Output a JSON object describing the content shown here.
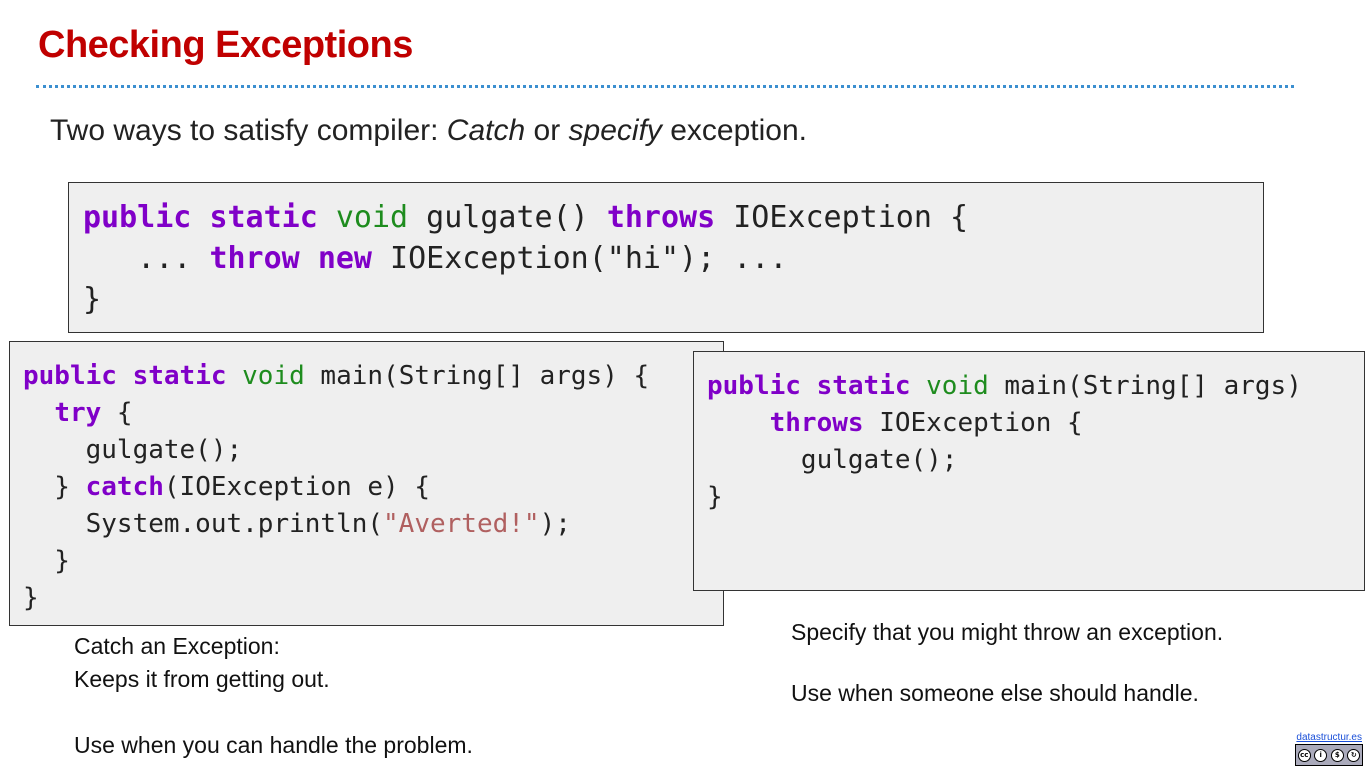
{
  "slide": {
    "title": "Checking Exceptions",
    "subtitle": {
      "before": "Two ways to satisfy compiler: ",
      "catch_word": "Catch",
      "middle": " or ",
      "specify_word": "specify",
      "after": " exception."
    }
  },
  "gulgate_code": {
    "l1_kw1": "public",
    "l1_kw2": "static",
    "l1_type": "void",
    "l1_name": " gulgate() ",
    "l1_kw3": "throws",
    "l1_rest": " IOException {",
    "l2_indent": "   ... ",
    "l2_kw1": "throw",
    "l2_kw2": "new",
    "l2_rest": " IOException(\"hi\"); ...",
    "l3": "}"
  },
  "catch_code": {
    "l1_kw1": "public",
    "l1_kw2": "static",
    "l1_type": "void",
    "l1_rest": " main(String[] args) {",
    "l2_indent": "  ",
    "l2_kw": "try",
    "l2_rest": " {",
    "l3": "    gulgate();",
    "l4_pre": "  } ",
    "l4_kw": "catch",
    "l4_rest": "(IOException e) {",
    "l5_pre": "    System.out.println(",
    "l5_str": "\"Averted!\"",
    "l5_post": ");",
    "l6": "  }",
    "l7": "}"
  },
  "specify_code": {
    "l1_kw1": "public",
    "l1_kw2": "static",
    "l1_type": "void",
    "l1_rest": " main(String[] args)",
    "l2_indent": "    ",
    "l2_kw": "throws",
    "l2_rest": " IOException {",
    "l3": "      gulgate();",
    "l4": "}"
  },
  "captions": {
    "catch_line1": "Catch an Exception:",
    "catch_line2": "Keeps it from getting out.",
    "catch_line3": "Use when you can handle the problem.",
    "specify_line1": "Specify that you might throw an exception.",
    "specify_line2": "Use when someone else should handle."
  },
  "footer": {
    "link_text": "datastructur.es",
    "license_icon": "cc-by-nc-sa-icon"
  },
  "colors": {
    "title": "#c00000",
    "keyword": "#8000c8",
    "type": "#1e8c1e",
    "string": "#b06060",
    "rule": "#3b8fd0"
  }
}
